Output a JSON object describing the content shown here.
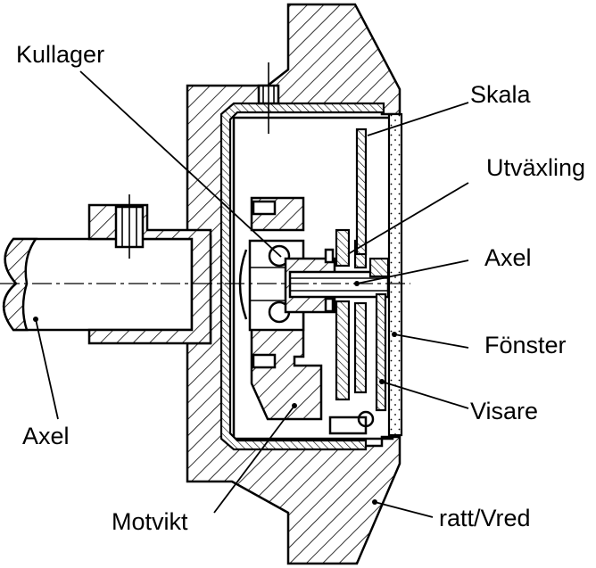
{
  "labels": {
    "kullager": "Kullager",
    "skala": "Skala",
    "utvaxling": "Utväxling",
    "axel_right": "Axel",
    "fonster": "Fönster",
    "visare": "Visare",
    "axel_left": "Axel",
    "motvikt": "Motvikt",
    "ratt_vred": "ratt/Vred"
  }
}
